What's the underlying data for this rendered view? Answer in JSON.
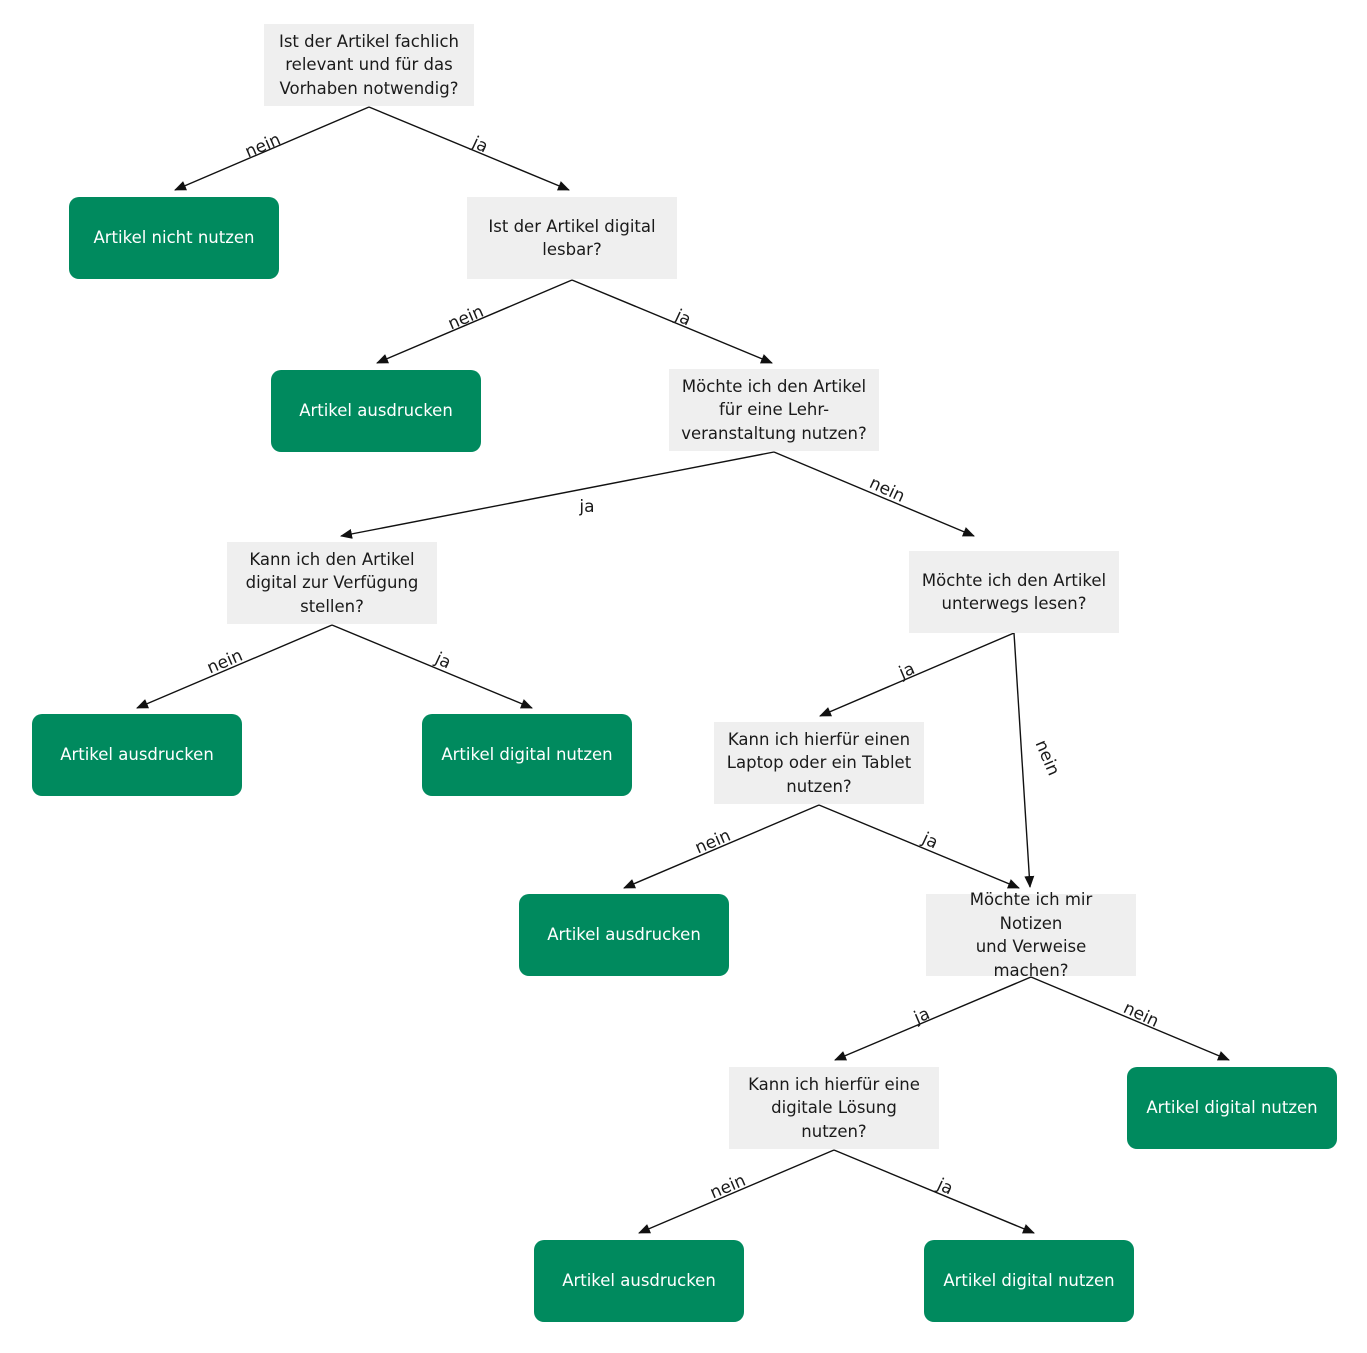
{
  "flowchart": {
    "colors": {
      "question_bg": "#efefef",
      "outcome_bg": "#008a5e",
      "outcome_text": "#ffffff",
      "line": "#111111"
    },
    "nodes": {
      "q1": {
        "text": "Ist der Artikel fachlich\nrelevant und für das\nVorhaben notwendig?"
      },
      "o1": {
        "text": "Artikel nicht nutzen"
      },
      "q2": {
        "text": "Ist der Artikel digital\nlesbar?"
      },
      "o2": {
        "text": "Artikel ausdrucken"
      },
      "q3": {
        "text": "Möchte ich den Artikel\nfür eine Lehr-\nveranstaltung nutzen?"
      },
      "q4": {
        "text": "Kann ich den Artikel\ndigital zur Verfügung\nstellen?"
      },
      "q5": {
        "text": "Möchte ich den Artikel\nunterwegs lesen?"
      },
      "o3": {
        "text": "Artikel ausdrucken"
      },
      "o4": {
        "text": "Artikel digital nutzen"
      },
      "q6": {
        "text": "Kann ich hierfür einen\nLaptop oder ein Tablet\nnutzen?"
      },
      "o5": {
        "text": "Artikel ausdrucken"
      },
      "q7": {
        "text": "Möchte ich mir Notizen\nund Verweise machen?"
      },
      "q8": {
        "text": "Kann ich hierfür eine\ndigitale Lösung\nnutzen?"
      },
      "o6": {
        "text": "Artikel digital nutzen"
      },
      "o7": {
        "text": "Artikel ausdrucken"
      },
      "o8": {
        "text": "Artikel digital nutzen"
      }
    },
    "edges": [
      {
        "from": "q1",
        "to": "o1",
        "label": "nein"
      },
      {
        "from": "q1",
        "to": "q2",
        "label": "ja"
      },
      {
        "from": "q2",
        "to": "o2",
        "label": "nein"
      },
      {
        "from": "q2",
        "to": "q3",
        "label": "ja"
      },
      {
        "from": "q3",
        "to": "q4",
        "label": "ja"
      },
      {
        "from": "q3",
        "to": "q5",
        "label": "nein"
      },
      {
        "from": "q4",
        "to": "o3",
        "label": "nein"
      },
      {
        "from": "q4",
        "to": "o4",
        "label": "ja"
      },
      {
        "from": "q5",
        "to": "q6",
        "label": "ja"
      },
      {
        "from": "q5",
        "to": "q7",
        "label": "nein"
      },
      {
        "from": "q6",
        "to": "o5",
        "label": "nein"
      },
      {
        "from": "q6",
        "to": "q7",
        "label": "ja"
      },
      {
        "from": "q7",
        "to": "q8",
        "label": "ja"
      },
      {
        "from": "q7",
        "to": "o6",
        "label": "nein"
      },
      {
        "from": "q8",
        "to": "o7",
        "label": "nein"
      },
      {
        "from": "q8",
        "to": "o8",
        "label": "ja"
      }
    ]
  }
}
